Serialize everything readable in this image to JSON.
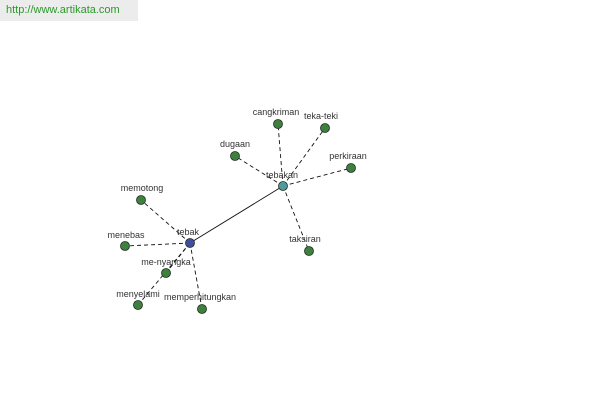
{
  "source_url": "http://www.artikata.com",
  "colors": {
    "center": "#3f4fa0",
    "hub": "#4f9a9a",
    "leaf": "#3f7f3f",
    "edge": "#111111",
    "banner_text": "#2a9a2a"
  },
  "graph": {
    "nodes": [
      {
        "id": "tebak",
        "label": "tebak",
        "role": "center"
      },
      {
        "id": "tebakan",
        "label": "tebakan",
        "role": "hub"
      },
      {
        "id": "memotong",
        "label": "memotong",
        "role": "leaf"
      },
      {
        "id": "menebas",
        "label": "menebas",
        "role": "leaf"
      },
      {
        "id": "me-nyangka",
        "label": "me-nyangka",
        "role": "leaf"
      },
      {
        "id": "menyelami",
        "label": "menyelami",
        "role": "leaf"
      },
      {
        "id": "memperhitungkan",
        "label": "memperhitungkan",
        "role": "leaf"
      },
      {
        "id": "dugaan",
        "label": "dugaan",
        "role": "leaf"
      },
      {
        "id": "cangkriman",
        "label": "cangkriman",
        "role": "leaf"
      },
      {
        "id": "teka-teki",
        "label": "teka-teki",
        "role": "leaf"
      },
      {
        "id": "perkiraan",
        "label": "perkiraan",
        "role": "leaf"
      },
      {
        "id": "taksiran",
        "label": "taksiran",
        "role": "leaf"
      }
    ],
    "edges": [
      {
        "from": "tebak",
        "to": "tebakan",
        "style": "solid"
      },
      {
        "from": "tebak",
        "to": "memotong",
        "style": "dashed"
      },
      {
        "from": "tebak",
        "to": "menebas",
        "style": "dashed"
      },
      {
        "from": "tebak",
        "to": "me-nyangka",
        "style": "dashed"
      },
      {
        "from": "tebak",
        "to": "menyelami",
        "style": "dashed"
      },
      {
        "from": "tebak",
        "to": "memperhitungkan",
        "style": "dashed"
      },
      {
        "from": "tebakan",
        "to": "dugaan",
        "style": "dashed"
      },
      {
        "from": "tebakan",
        "to": "cangkriman",
        "style": "dashed"
      },
      {
        "from": "tebakan",
        "to": "teka-teki",
        "style": "dashed"
      },
      {
        "from": "tebakan",
        "to": "perkiraan",
        "style": "dashed"
      },
      {
        "from": "tebakan",
        "to": "taksiran",
        "style": "dashed"
      }
    ]
  }
}
